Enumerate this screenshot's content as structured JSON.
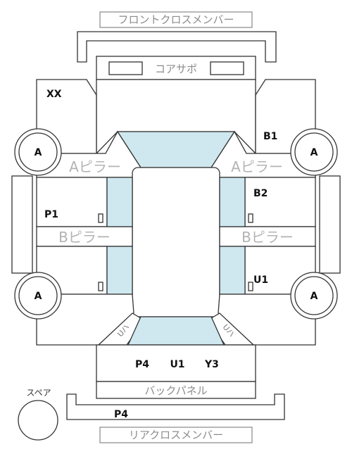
{
  "labels": {
    "front_cross_member": "フロントクロスメンバー",
    "core_support": "コアサポ",
    "a_pillar_left": "Aピラー",
    "a_pillar_right": "Aピラー",
    "b_pillar_left": "Bピラー",
    "b_pillar_right": "Bピラー",
    "back_panel": "バックパネル",
    "rear_cross_member": "リアクロスメンバー",
    "spare": "スペア",
    "corner_left": "Uハ",
    "corner_right": "Uハ"
  },
  "wheels": {
    "front_left": "A",
    "front_right": "A",
    "rear_left": "A",
    "rear_right": "A"
  },
  "codes": {
    "front_left_panel": "XX",
    "front_right_panel": "B1",
    "left_door": "P1",
    "right_front_door": "B2",
    "right_rear_door": "U1",
    "trunk_left": "P4",
    "trunk_center": "U1",
    "trunk_right": "Y3",
    "rear_member": "P4"
  },
  "colors": {
    "glass": "#cfe8ef",
    "outline": "#333333",
    "label_grey": "#8c8c8c"
  }
}
